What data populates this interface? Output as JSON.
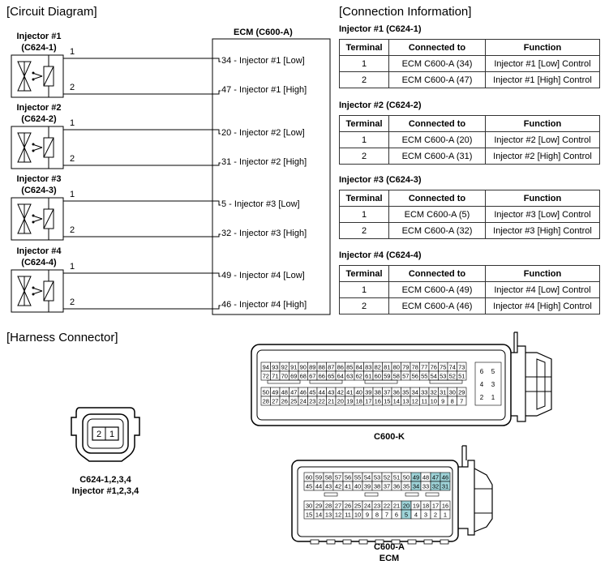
{
  "circuit": {
    "title": "[Circuit Diagram]",
    "ecm_title": "ECM (C600-A)",
    "injectors": [
      {
        "name": "Injector #1",
        "connector": "(C624-1)",
        "wire1": "1",
        "wire2": "2",
        "pin_low": "34 - Injector #1 [Low]",
        "pin_high": "47 - Injector #1 [High]"
      },
      {
        "name": "Injector #2",
        "connector": "(C624-2)",
        "wire1": "1",
        "wire2": "2",
        "pin_low": "20 - Injector #2 [Low]",
        "pin_high": "31 - Injector #2 [High]"
      },
      {
        "name": "Injector #3",
        "connector": "(C624-3)",
        "wire1": "1",
        "wire2": "2",
        "pin_low": "5 - Injector #3 [Low]",
        "pin_high": "32 - Injector #3 [High]"
      },
      {
        "name": "Injector #4",
        "connector": "(C624-4)",
        "wire1": "1",
        "wire2": "2",
        "pin_low": "49 - Injector #4 [Low]",
        "pin_high": "46 - Injector #4 [High]"
      }
    ]
  },
  "connection": {
    "title": "[Connection Information]",
    "headers": [
      "Terminal",
      "Connected to",
      "Function"
    ],
    "tables": [
      {
        "title": "Injector #1 (C624-1)",
        "rows": [
          [
            "1",
            "ECM C600-A (34)",
            "Injector #1 [Low] Control"
          ],
          [
            "2",
            "ECM C600-A (47)",
            "Injector #1 [High] Control"
          ]
        ]
      },
      {
        "title": "Injector #2 (C624-2)",
        "rows": [
          [
            "1",
            "ECM C600-A (20)",
            "Injector #2 [Low] Control"
          ],
          [
            "2",
            "ECM C600-A (31)",
            "Injector #2 [High] Control"
          ]
        ]
      },
      {
        "title": "Injector #3 (C624-3)",
        "rows": [
          [
            "1",
            "ECM C600-A (5)",
            "Injector #3 [Low] Control"
          ],
          [
            "2",
            "ECM C600-A (32)",
            "Injector #3 [High] Control"
          ]
        ]
      },
      {
        "title": "Injector #4 (C624-4)",
        "rows": [
          [
            "1",
            "ECM C600-A (49)",
            "Injector #4 [Low] Control"
          ],
          [
            "2",
            "ECM C600-A (46)",
            "Injector #4 [High] Control"
          ]
        ]
      }
    ]
  },
  "harness": {
    "title": "[Harness Connector]",
    "injector_connector": {
      "pins": [
        "2",
        "1"
      ],
      "label1": "C624-1,2,3,4",
      "label2": "Injector #1,2,3,4"
    },
    "c600k": {
      "label": "C600-K",
      "row1": [
        "94",
        "93",
        "92",
        "91",
        "90",
        "89",
        "88",
        "87",
        "86",
        "85",
        "84",
        "83",
        "82",
        "81",
        "80",
        "79",
        "78",
        "77",
        "76",
        "75",
        "74",
        "73"
      ],
      "row2": [
        "72",
        "71",
        "70",
        "69",
        "68",
        "67",
        "66",
        "65",
        "64",
        "63",
        "62",
        "61",
        "60",
        "59",
        "58",
        "57",
        "56",
        "55",
        "54",
        "53",
        "52",
        "51"
      ],
      "row3": [
        "50",
        "49",
        "48",
        "47",
        "46",
        "45",
        "44",
        "43",
        "42",
        "41",
        "40",
        "39",
        "38",
        "37",
        "36",
        "35",
        "34",
        "33",
        "32",
        "31",
        "30",
        "29"
      ],
      "row4": [
        "28",
        "27",
        "26",
        "25",
        "24",
        "23",
        "22",
        "21",
        "20",
        "19",
        "18",
        "17",
        "16",
        "15",
        "14",
        "13",
        "12",
        "11",
        "10",
        "9",
        "8",
        "7"
      ],
      "side": [
        [
          "6",
          "5"
        ],
        [
          "4",
          "3"
        ],
        [
          "2",
          "1"
        ]
      ]
    },
    "c600a": {
      "label1": "C600-A",
      "label2": "ECM",
      "row1": [
        "60",
        "59",
        "58",
        "57",
        "56",
        "55",
        "54",
        "53",
        "52",
        "51",
        "50",
        "49",
        "48",
        "47",
        "46"
      ],
      "row2": [
        "45",
        "44",
        "43",
        "42",
        "41",
        "40",
        "39",
        "38",
        "37",
        "36",
        "35",
        "34",
        "33",
        "32",
        "31"
      ],
      "row3": [
        "30",
        "29",
        "28",
        "27",
        "26",
        "25",
        "24",
        "23",
        "22",
        "21",
        "20",
        "19",
        "18",
        "17",
        "16"
      ],
      "row4": [
        "15",
        "14",
        "13",
        "12",
        "11",
        "10",
        "9",
        "8",
        "7",
        "6",
        "5",
        "4",
        "3",
        "2",
        "1"
      ],
      "highlight": [
        "49",
        "47",
        "46",
        "34",
        "32",
        "31",
        "20",
        "5"
      ],
      "highlight_color": "#9ed3d8"
    }
  }
}
